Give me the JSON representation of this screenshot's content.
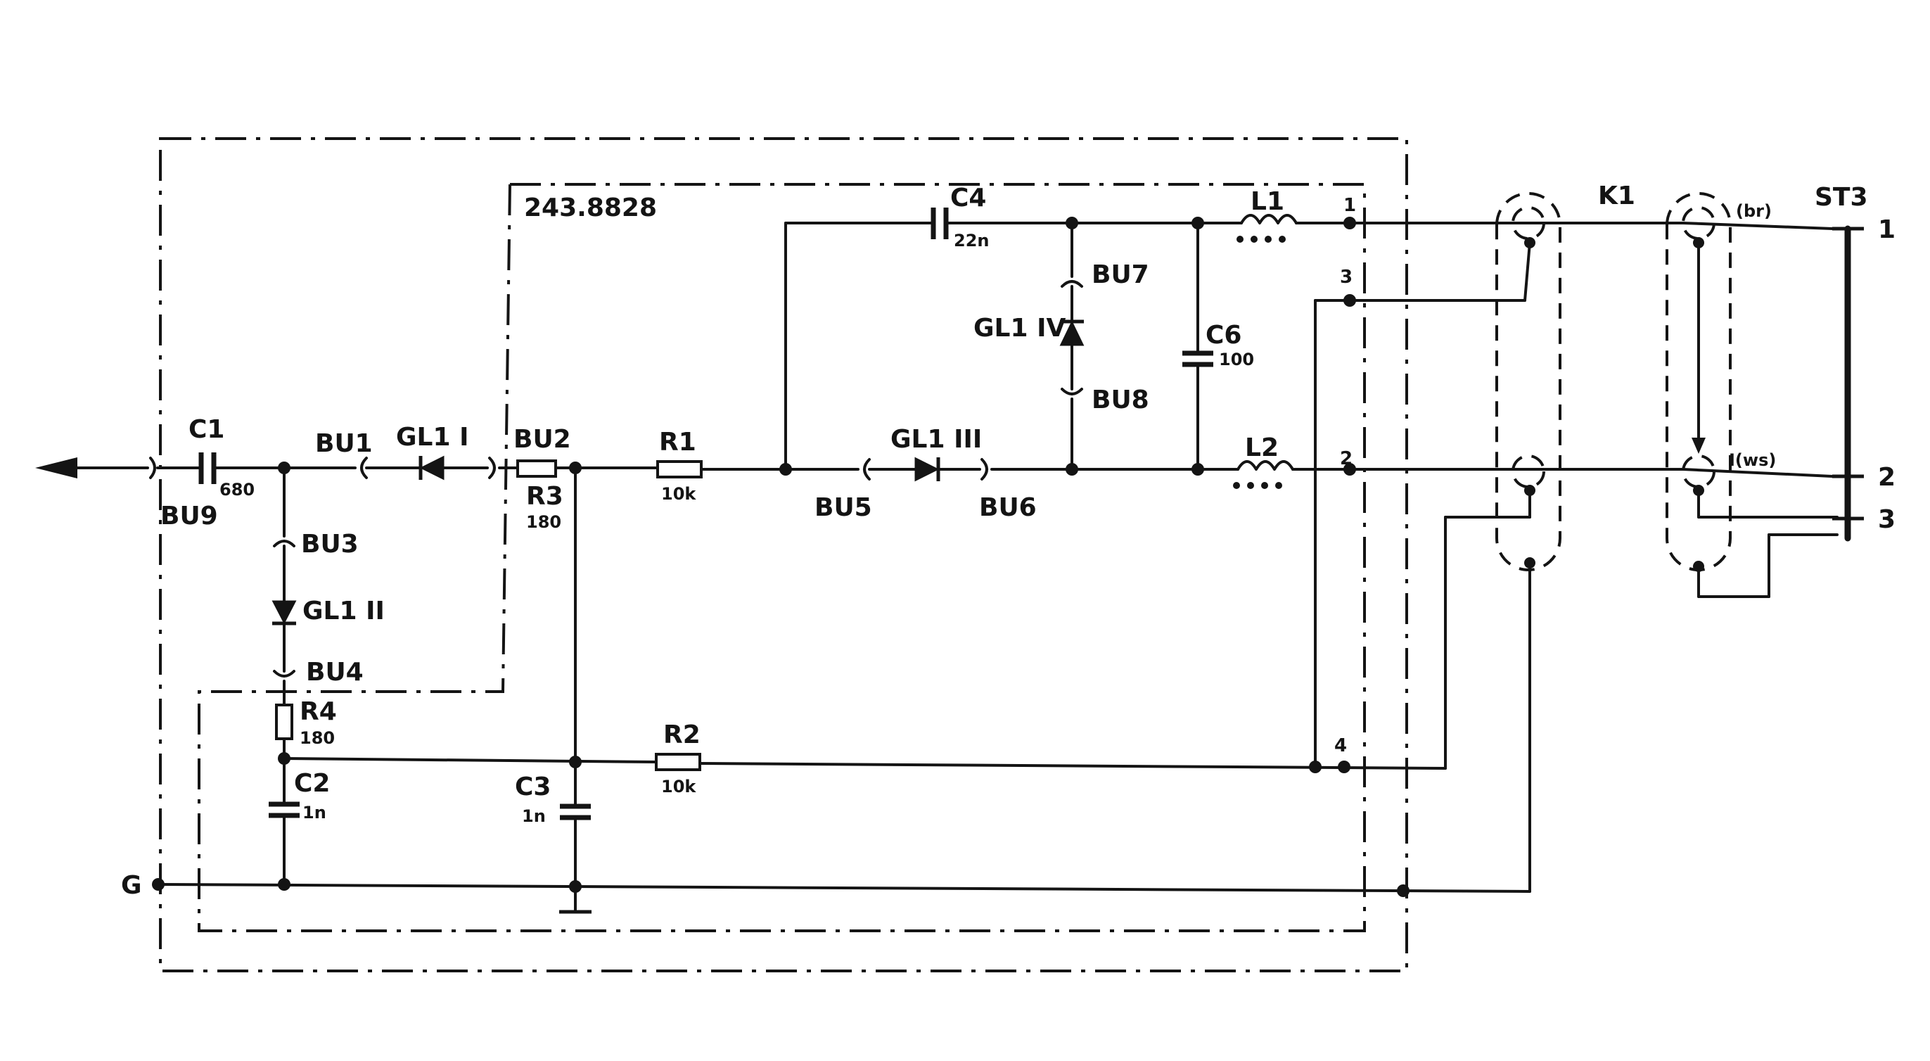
{
  "board_id": "243.8828",
  "labels": {
    "c1": "C1",
    "c1_val": "680",
    "c2": "C2",
    "c2_val": "1n",
    "c3": "C3",
    "c3_val": "1n",
    "c4": "C4",
    "c4_val": "22n",
    "c6": "C6",
    "c6_val": "100",
    "r1": "R1",
    "r1_val": "10k",
    "r2": "R2",
    "r2_val": "10k",
    "r3": "R3",
    "r3_val": "180",
    "r4": "R4",
    "r4_val": "180",
    "l1": "L1",
    "l2": "L2",
    "bu1": "BU1",
    "bu2": "BU2",
    "bu3": "BU3",
    "bu4": "BU4",
    "bu5": "BU5",
    "bu6": "BU6",
    "bu7": "BU7",
    "bu8": "BU8",
    "bu9": "BU9",
    "gl1_1": "GL1 I",
    "gl1_2": "GL1 II",
    "gl1_3": "GL1 III",
    "gl1_4": "GL1 IV",
    "k1": "K1",
    "st3": "ST3",
    "ground": "G",
    "bn": "(br)",
    "ws": "I(ws)"
  },
  "terminals": {
    "t1": "1",
    "t2": "2",
    "t3": "3",
    "t4": "4",
    "st_1": "1",
    "st_2": "2",
    "st_3": "3"
  }
}
